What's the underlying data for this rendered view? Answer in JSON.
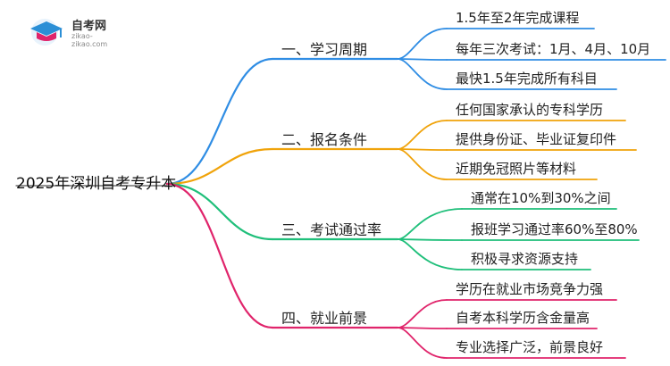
{
  "logo": {
    "name": "自考网",
    "domain": "zikao-zikao.com",
    "icon": "graduation-cap-icon",
    "accent": "#2b8fd6"
  },
  "root": {
    "label": "2025年深圳自考专升本"
  },
  "branches": [
    {
      "label": "一、学习周期",
      "color": "#2f8de4",
      "leaves": [
        "1.5年至2年完成课程",
        "每年三次考试：1月、4月、10月",
        "最快1.5年完成所有科目"
      ]
    },
    {
      "label": "二、报名条件",
      "color": "#f0a30a",
      "leaves": [
        "任何国家承认的专科学历",
        "提供身份证、毕业证复印件",
        "近期免冠照片等材料"
      ]
    },
    {
      "label": "三、考试通过率",
      "color": "#1fbf7a",
      "leaves": [
        "通常在10%到30%之间",
        "报班学习通过率60%至80%",
        "积极寻求资源支持"
      ]
    },
    {
      "label": "四、就业前景",
      "color": "#e0246b",
      "leaves": [
        "学历在就业市场竞争力强",
        "自考本科学历含金量高",
        "专业选择广泛，前景良好"
      ]
    }
  ]
}
